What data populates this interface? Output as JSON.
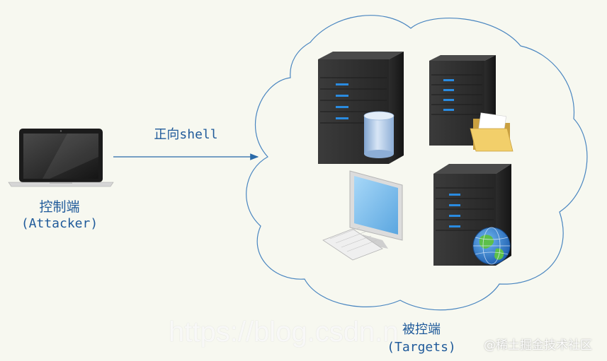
{
  "attacker": {
    "title": "控制端",
    "subtitle": "(Attacker)",
    "icon": "laptop-icon"
  },
  "connection": {
    "label": "正向shell",
    "color": "#2a6aa8"
  },
  "targets": {
    "title": "被控端",
    "subtitle": "(Targets)",
    "icons": [
      "server-database-icon",
      "server-folder-icon",
      "desktop-computer-icon",
      "server-globe-icon"
    ]
  },
  "watermark": {
    "url": "https://blog.csdn.n",
    "site": "@稀土掘金技术社区"
  },
  "colors": {
    "background": "#f7f8f0",
    "text": "#1f5a9a",
    "cloud_stroke": "#4a86c0"
  }
}
